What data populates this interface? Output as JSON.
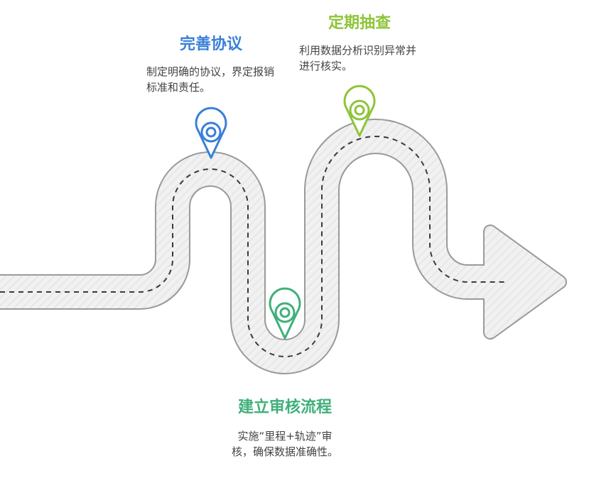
{
  "colors": {
    "blue": "#3a7fd9",
    "lime": "#8ec43a",
    "green": "#3fb07a",
    "road_fill": "#f0f0f0",
    "road_edge": "#9a9a9a",
    "dash": "#3a3a3a"
  },
  "milestones": [
    {
      "title": "完善协议",
      "description": "制定明确的协议，界定报销标准和责任。",
      "color_key": "blue",
      "icon": "location-pin-icon"
    },
    {
      "title": "定期抽查",
      "description": "利用数据分析识别异常并进行核实。",
      "color_key": "lime",
      "icon": "location-pin-icon"
    },
    {
      "title": "建立审核流程",
      "description": "实施“里程+轨迹”审核，确保数据准确性。",
      "color_key": "green",
      "icon": "location-pin-icon"
    }
  ]
}
